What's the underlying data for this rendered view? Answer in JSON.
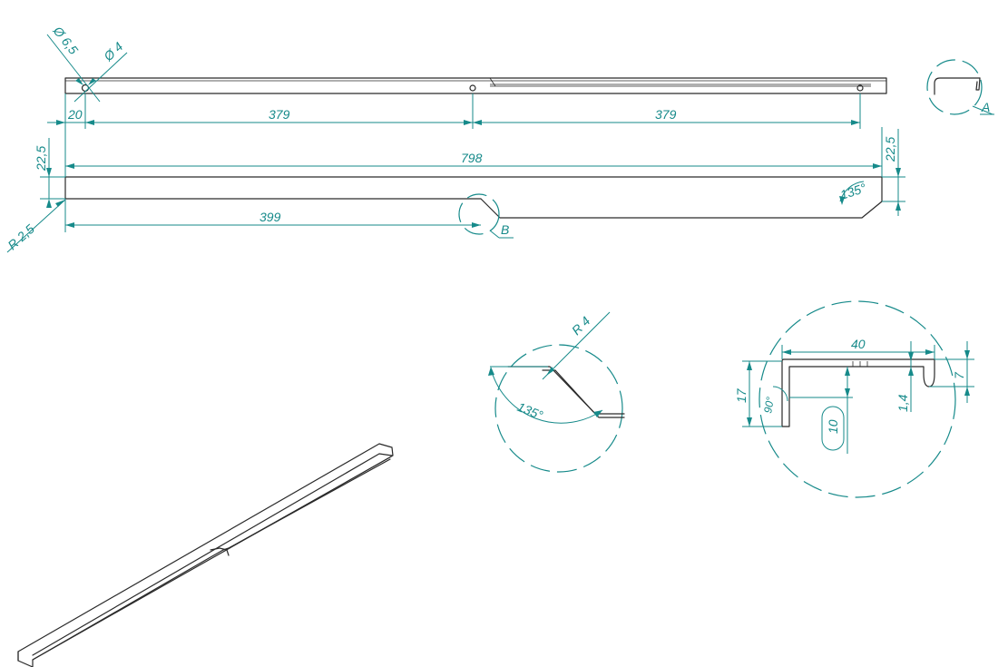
{
  "colors": {
    "dimension": "#168a8a",
    "outline": "#2a2a2a",
    "background": "#ffffff"
  },
  "top_view": {
    "hole_large": "Ø 6,5",
    "hole_small": "Ø 4",
    "offset": "20",
    "span_left": "379",
    "span_right": "379"
  },
  "detail_marker_a": "A",
  "front_view": {
    "height_left": "22,5",
    "height_right": "22,5",
    "overall_length": "798",
    "notch_position": "399",
    "corner_radius": "R 2,5",
    "end_angle": "135°"
  },
  "detail_marker_b": "B",
  "detail_b": {
    "radius": "R 4",
    "angle": "135°"
  },
  "detail_a": {
    "width": "40",
    "height": "17",
    "lip_height": "7",
    "thickness": "1,4",
    "bend_angle": "90°",
    "slot_length": "10"
  }
}
